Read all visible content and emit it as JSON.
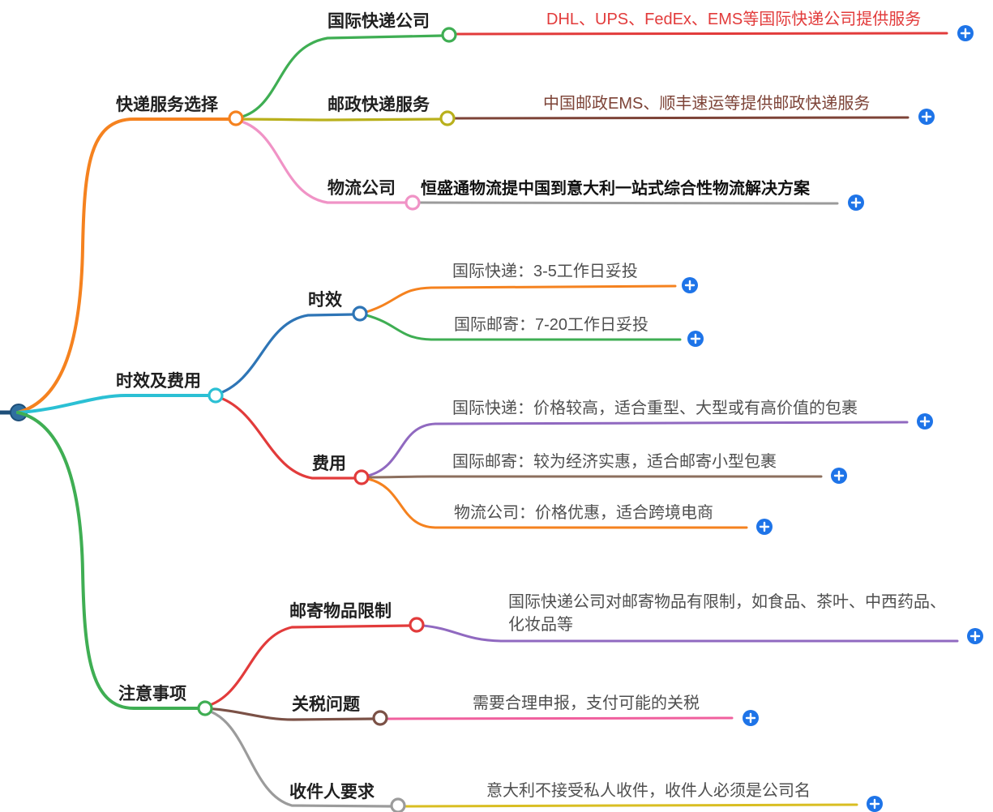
{
  "colors": {
    "orange": "#F5821F",
    "cyan": "#2BC0D4",
    "green": "#3FAE53",
    "olive": "#B9B01C",
    "pink": "#F093C6",
    "red": "#E23B3B",
    "maroon": "#7D4337",
    "gray": "#9B9B9B",
    "blue": "#2E75B6",
    "purple": "#9069C0",
    "brown": "#8C6F5E",
    "brown2": "#7B5146",
    "magenta": "#F0609E",
    "gold": "#D9BE22",
    "plus": "#1E74E8",
    "root": "#2F6F9F",
    "rootstub": "#1D4E79",
    "leaf_text": "#4F4F4F",
    "label_text": "#1F1F1F"
  },
  "mindmap": {
    "branches": [
      {
        "label": "快递服务选择",
        "children": [
          {
            "label": "国际快递公司",
            "leaves": [
              "DHL、UPS、FedEx、EMS等国际快递公司提供服务"
            ]
          },
          {
            "label": "邮政快递服务",
            "leaves": [
              "中国邮政EMS、顺丰速运等提供邮政快递服务"
            ]
          },
          {
            "label": "物流公司",
            "leaves": [
              "恒盛通物流提中国到意大利一站式综合性物流解决方案"
            ]
          }
        ]
      },
      {
        "label": "时效及费用",
        "children": [
          {
            "label": "时效",
            "leaves": [
              "国际快递：3-5工作日妥投",
              "国际邮寄：7-20工作日妥投"
            ]
          },
          {
            "label": "费用",
            "leaves": [
              "国际快递：价格较高，适合重型、大型或有高价值的包裹",
              "国际邮寄：较为经济实惠，适合邮寄小型包裹",
              "物流公司：价格优惠，适合跨境电商"
            ]
          }
        ]
      },
      {
        "label": "注意事项",
        "children": [
          {
            "label": "邮寄物品限制",
            "leaves": [
              "国际快递公司对邮寄物品有限制，如食品、茶叶、中西药品、化妆品等"
            ]
          },
          {
            "label": "关税问题",
            "leaves": [
              "需要合理申报，支付可能的关税"
            ]
          },
          {
            "label": "收件人要求",
            "leaves": [
              "意大利不接受私人收件，收件人必须是公司名"
            ]
          }
        ]
      }
    ]
  }
}
